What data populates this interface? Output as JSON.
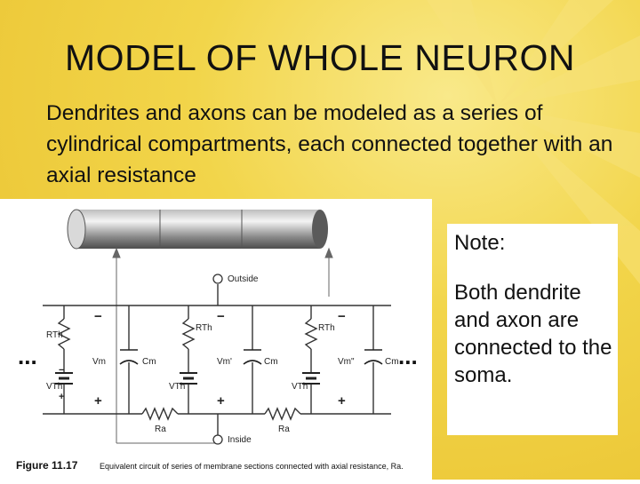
{
  "slide": {
    "title": "MODEL OF WHOLE NEURON",
    "body": "Dendrites and axons can be modeled as a series of cylindrical compartments, each connected together with an axial resistance"
  },
  "note": {
    "title": "Note:",
    "body": "Both dendrite and axon are connected to the soma."
  },
  "figure": {
    "label": "Figure 11.17",
    "caption": "Equivalent circuit of series of membrane sections connected with axial resistance, Ra.",
    "outside": "Outside",
    "inside": "Inside",
    "ellipsis": "...",
    "minus": "−",
    "plus": "+",
    "rth": "RTh",
    "vth": "VTh",
    "cm": "Cm",
    "ra": "Ra",
    "vm": [
      "Vm",
      "Vm'",
      "Vm\""
    ]
  },
  "colors": {
    "background": "#f2d54a",
    "figure": "#ffffff"
  }
}
